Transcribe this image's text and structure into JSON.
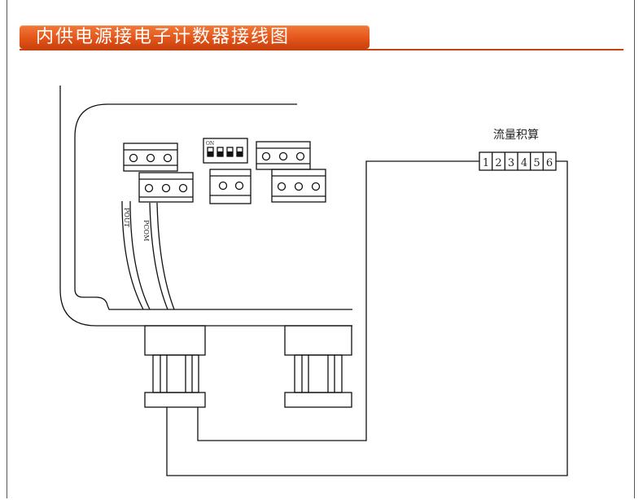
{
  "title": "内供电源接电子计数器接线图",
  "labels": {
    "flow_total": "流量积算",
    "pout": "POUT",
    "pcom": "PCOM",
    "dip_on": "ON"
  },
  "terminals": [
    "1",
    "2",
    "3",
    "4",
    "5",
    "6"
  ],
  "colors": {
    "title_bg": "#e4551a",
    "title_text": "#ffffff",
    "line": "#111111"
  }
}
